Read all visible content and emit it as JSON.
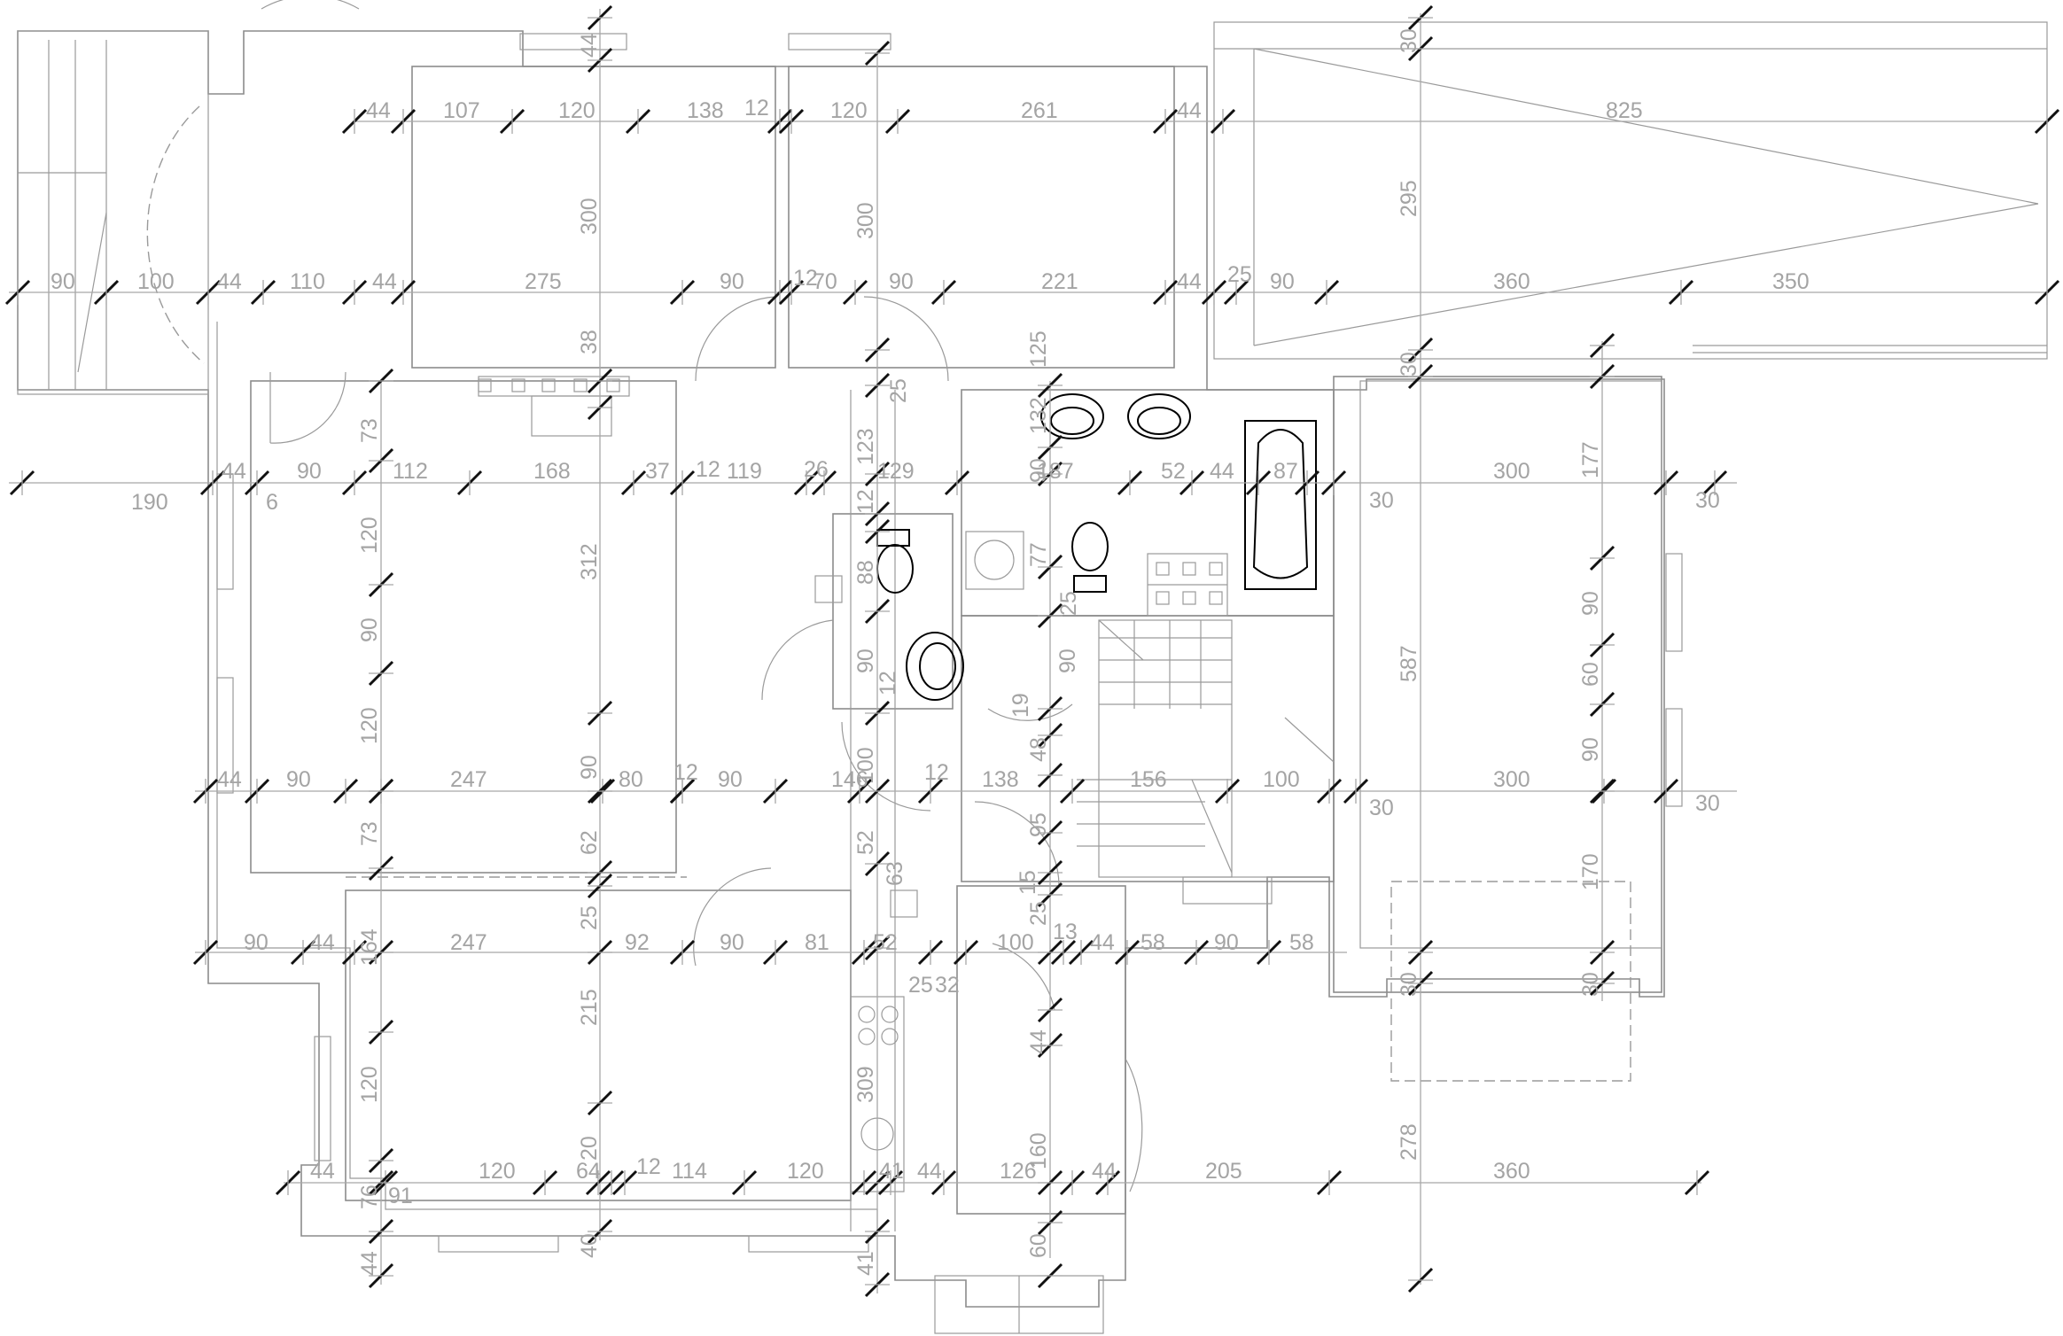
{
  "plan": {
    "top_dims": [
      "44",
      "107",
      "120",
      "138",
      "12",
      "120",
      "261",
      "44",
      "825"
    ],
    "row_217": [
      "90",
      "100",
      "44",
      "110",
      "44",
      "275",
      "90",
      "12",
      "70",
      "90",
      "221",
      "44",
      "25",
      "90",
      "360",
      "350"
    ],
    "row_360": [
      "190",
      "44",
      "90",
      "6",
      "112",
      "168",
      "37",
      "12",
      "119",
      "26",
      "129",
      "187",
      "52",
      "44",
      "87",
      "30",
      "300",
      "30"
    ],
    "row_595": [
      "44",
      "90",
      "247",
      "80",
      "12",
      "90",
      "146",
      "12",
      "138",
      "156",
      "100",
      "30",
      "300",
      "30"
    ],
    "row_718": [
      "90",
      "44",
      "247",
      "92",
      "90",
      "81",
      "52",
      "100",
      "13",
      "44",
      "58",
      "90",
      "58"
    ],
    "row_888": [
      "44",
      "120",
      "64",
      "12",
      "114",
      "120",
      "41",
      "44",
      "126",
      "44",
      "205",
      "360"
    ],
    "vert_left": [
      "73",
      "120",
      "90",
      "120",
      "73",
      "164",
      "120",
      "76",
      "91",
      "44"
    ],
    "vert_mid": [
      "44",
      "300",
      "38",
      "312",
      "90",
      "62",
      "25",
      "215",
      "20",
      "40"
    ],
    "vert_center": [
      "300",
      "25",
      "123",
      "12",
      "88",
      "90",
      "12",
      "100",
      "52",
      "63",
      "309",
      "41"
    ],
    "vert_right_center": [
      "125",
      "132",
      "90",
      "77",
      "25",
      "90",
      "19",
      "48",
      "95",
      "15",
      "25",
      "44",
      "160",
      "60"
    ],
    "vert_far": [
      "30",
      "295",
      "30",
      "587",
      "278",
      "177",
      "90",
      "60",
      "90",
      "170",
      "30",
      "30"
    ],
    "misc": [
      "25",
      "32"
    ]
  }
}
